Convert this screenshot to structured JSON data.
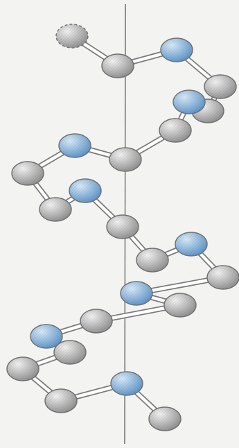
{
  "diagram": {
    "colors": {
      "background": "#f3f3f1",
      "axis": "#4a4a4a",
      "bond_fill": "#ffffff",
      "bond_stroke": "#7a7a7a",
      "carbon_light": "#f2f2f2",
      "carbon_dark": "#8e8e8e",
      "nitrogen_light": "#d8e9f7",
      "nitrogen_dark": "#5b93c8",
      "outline": "#6f6f6f"
    },
    "atom_kinds": [
      "carbon",
      "nitrogen",
      "ghost"
    ],
    "atoms": [
      {
        "id": "a1",
        "kind": "ghost"
      },
      {
        "id": "a2",
        "kind": "carbon"
      },
      {
        "id": "a3",
        "kind": "nitrogen"
      },
      {
        "id": "a4",
        "kind": "carbon"
      },
      {
        "id": "a5",
        "kind": "carbon"
      },
      {
        "id": "a6",
        "kind": "nitrogen"
      },
      {
        "id": "a7",
        "kind": "carbon"
      },
      {
        "id": "a8",
        "kind": "carbon"
      },
      {
        "id": "a9",
        "kind": "nitrogen"
      },
      {
        "id": "a10",
        "kind": "carbon"
      },
      {
        "id": "a11",
        "kind": "carbon"
      },
      {
        "id": "a12",
        "kind": "nitrogen"
      },
      {
        "id": "a13",
        "kind": "carbon"
      },
      {
        "id": "a14",
        "kind": "carbon"
      },
      {
        "id": "a15",
        "kind": "nitrogen"
      },
      {
        "id": "a16",
        "kind": "carbon"
      },
      {
        "id": "a17",
        "kind": "nitrogen"
      },
      {
        "id": "a18",
        "kind": "carbon"
      },
      {
        "id": "a19",
        "kind": "carbon"
      },
      {
        "id": "a20",
        "kind": "nitrogen"
      },
      {
        "id": "a21",
        "kind": "carbon"
      },
      {
        "id": "a22",
        "kind": "carbon"
      },
      {
        "id": "a23",
        "kind": "carbon"
      },
      {
        "id": "a24",
        "kind": "nitrogen"
      },
      {
        "id": "a25",
        "kind": "carbon"
      }
    ],
    "bonds": [
      [
        "a1",
        "a2"
      ],
      [
        "a2",
        "a3"
      ],
      [
        "a3",
        "a4"
      ],
      [
        "a4",
        "a5"
      ],
      [
        "a5",
        "a6"
      ],
      [
        "a6",
        "a7"
      ],
      [
        "a7",
        "a8"
      ],
      [
        "a8",
        "a9"
      ],
      [
        "a9",
        "a10"
      ],
      [
        "a10",
        "a11"
      ],
      [
        "a11",
        "a12"
      ],
      [
        "a12",
        "a13"
      ],
      [
        "a13",
        "a14"
      ],
      [
        "a14",
        "a15"
      ],
      [
        "a15",
        "a16"
      ],
      [
        "a16",
        "a17"
      ],
      [
        "a17",
        "a18"
      ],
      [
        "a18",
        "a19"
      ],
      [
        "a19",
        "a20"
      ],
      [
        "a20",
        "a21"
      ],
      [
        "a21",
        "a22"
      ],
      [
        "a22",
        "a23"
      ],
      [
        "a23",
        "a24"
      ],
      [
        "a24",
        "a25"
      ]
    ]
  }
}
